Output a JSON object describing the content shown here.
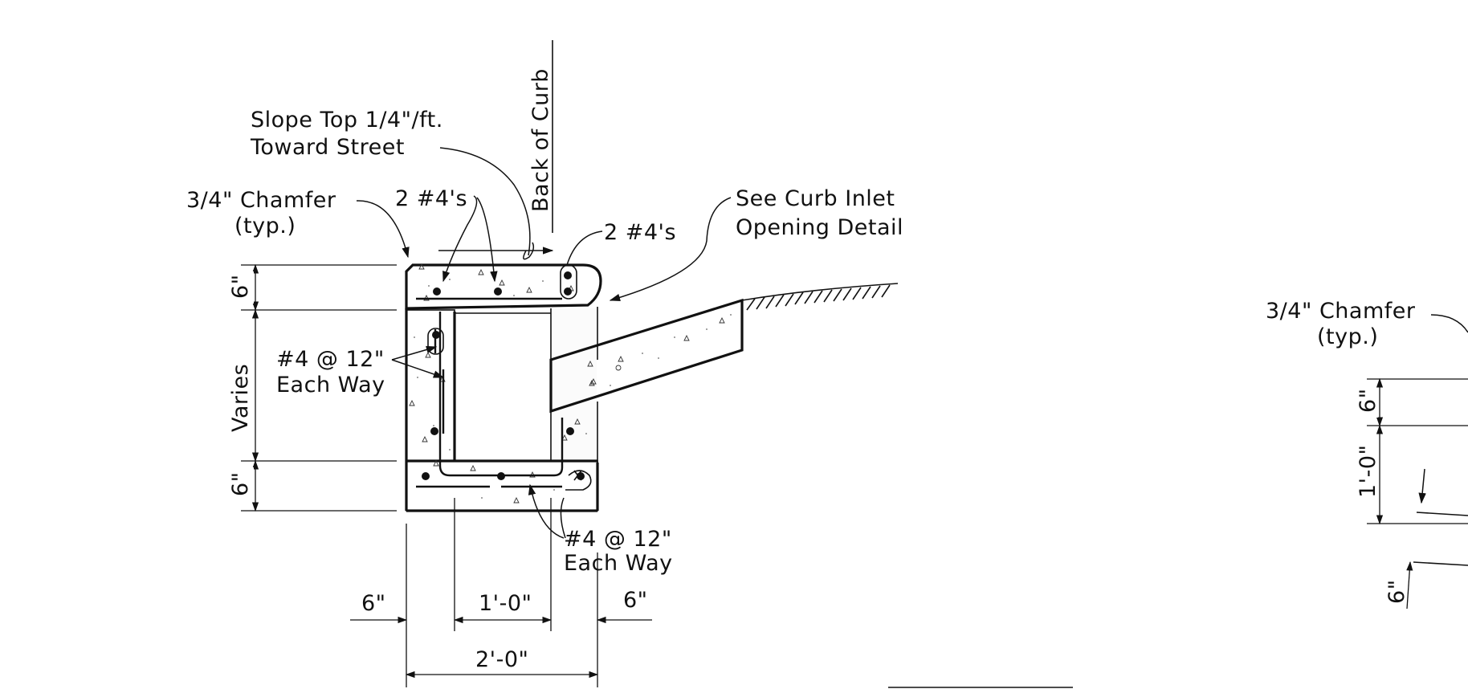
{
  "labels": {
    "back_of_curb": "Back of Curb",
    "slope_note_line1": "Slope Top 1/4\"/ft.",
    "slope_note_line2": "Toward Street",
    "chamfer_line1": "3/4\" Chamfer",
    "chamfer_line2": "(typ.)",
    "bars_top_left": "2 #4's",
    "bars_top_right": "2 #4's",
    "inlet_line1": "See Curb Inlet",
    "inlet_line2": "Opening Detail",
    "wall_rebar_line1": "#4 @ 12\"",
    "wall_rebar_line2": "Each Way",
    "bottom_rebar_line1": "#4 @ 12\"",
    "bottom_rebar_line2": "Each Way"
  },
  "dimensions": {
    "top_slab": "6\"",
    "varies": "Varies",
    "bottom_slab": "6\"",
    "left_wall": "6\"",
    "interior": "1'-0\"",
    "right_wall": "6\"",
    "overall": "2'-0\""
  },
  "partial_detail": {
    "chamfer_line1": "3/4\" Chamfer",
    "chamfer_line2": "(typ.)",
    "dim_top": "6\"",
    "dim_middle": "1'-0\"",
    "dim_bottom": "6\""
  }
}
